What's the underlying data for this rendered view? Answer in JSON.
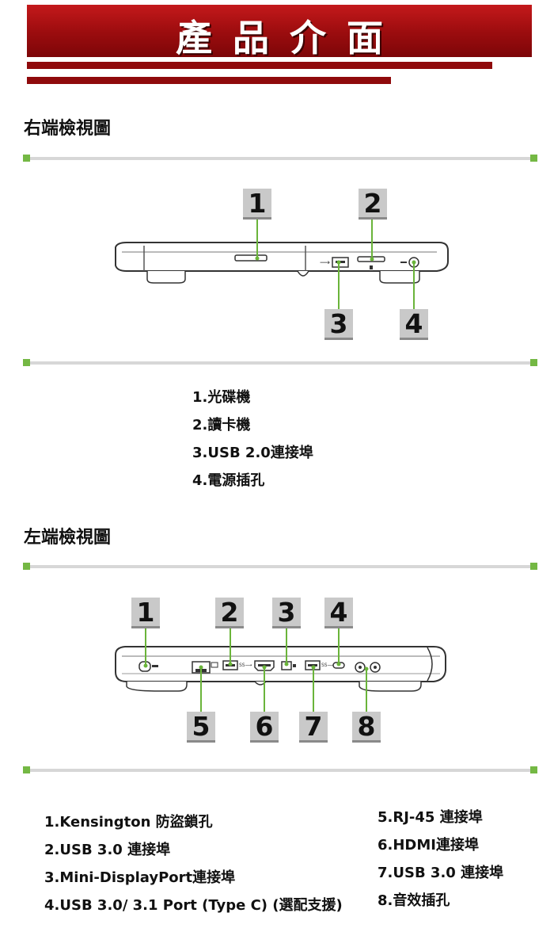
{
  "banner": {
    "title": "產品介面"
  },
  "right_view": {
    "heading": "右端檢視圖",
    "callouts": [
      "1",
      "2",
      "3",
      "4"
    ],
    "items": [
      "1.光碟機",
      "2.讀卡機",
      "3.USB 2.0連接埠",
      "4.電源插孔"
    ]
  },
  "left_view": {
    "heading": "左端檢視圖",
    "callouts": [
      "1",
      "2",
      "3",
      "4",
      "5",
      "6",
      "7",
      "8"
    ],
    "items_left": [
      "1.Kensington 防盜鎖孔",
      "2.USB 3.0 連接埠",
      "3.Mini-DisplayPort連接埠",
      "4.USB 3.0/ 3.1 Port (Type C) (選配支援)"
    ],
    "items_right": [
      "5.RJ-45 連接埠",
      "6.HDMI連接埠",
      "7.USB 3.0 連接埠",
      "8.音效插孔"
    ]
  },
  "colors": {
    "banner_red": "#b01214",
    "stripe_red": "#8f0a0c",
    "divider_gray": "#d7d7d7",
    "accent_green": "#74b844",
    "callout_gray": "#c9c9c9"
  }
}
